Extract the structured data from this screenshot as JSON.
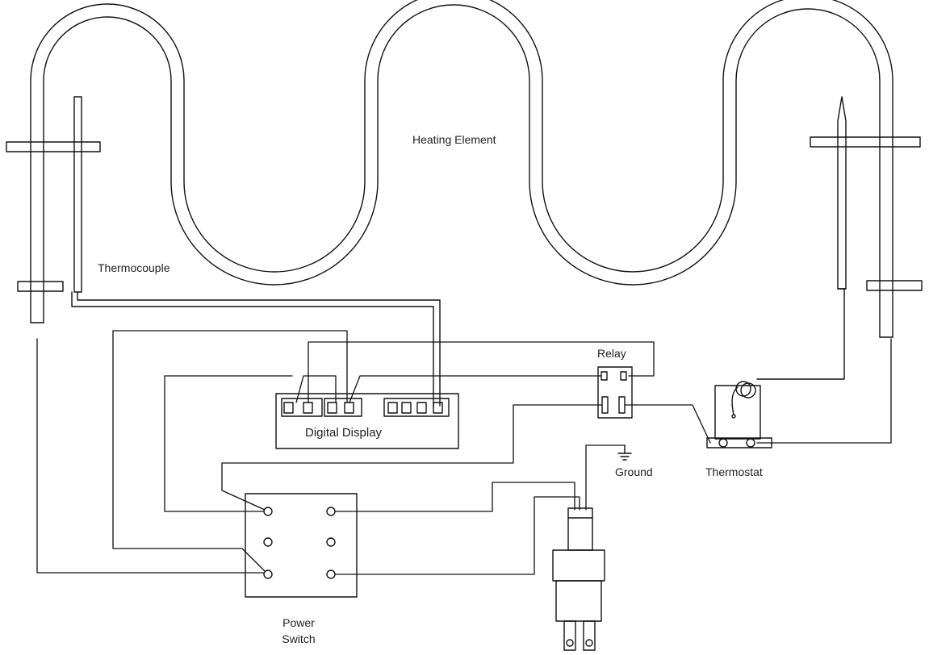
{
  "labels": {
    "heating_element": "Heating Element",
    "thermocouple": "Thermocouple",
    "relay": "Relay",
    "digital_display": "Digital Display",
    "ground": "Ground",
    "thermostat": "Thermostat",
    "power_switch_line1": "Power",
    "power_switch_line2": "Switch"
  }
}
